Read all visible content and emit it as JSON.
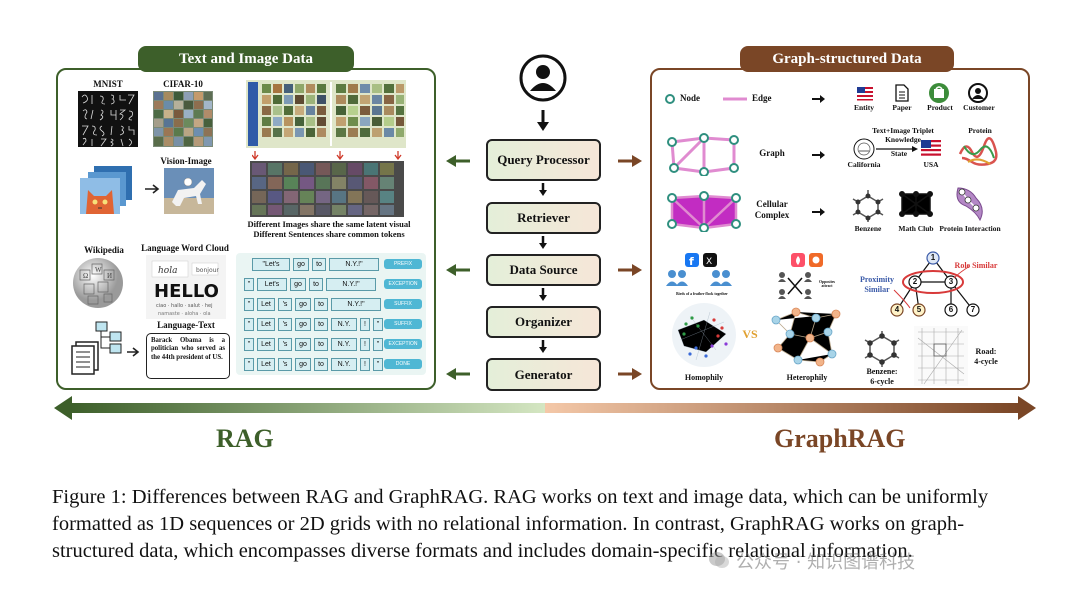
{
  "left_panel": {
    "title": "Text and Image Data",
    "mnist": "MNIST",
    "cifar": "CIFAR-10",
    "vision_image": "Vision-Image",
    "latent_caption_1": "Different Images share the same latent visual",
    "latent_caption_2": "Different Sentences share common tokens",
    "wikipedia": "Wikipedia",
    "word_cloud": "Language Word Cloud",
    "language_text": "Language-Text",
    "obama_text": "Barack Obama is a politician who served as the 44th president of US.",
    "tokens_row1": [
      "\"Let's",
      "go",
      "to",
      "N.Y.!\""
    ],
    "tokens_row2": [
      "\"",
      "Let's",
      "go",
      "to",
      "N.Y.!\""
    ],
    "tokens_row3": [
      "\"",
      "Let",
      "'s",
      "go",
      "to",
      "N.Y.!\""
    ],
    "tokens_row4": [
      "\"",
      "Let",
      "'s",
      "go",
      "to",
      "N.Y.",
      "!",
      "\""
    ],
    "tokens_row5": [
      "\"",
      "Let",
      "'s",
      "go",
      "to",
      "N.Y.",
      "!",
      "\""
    ],
    "tags": [
      "PREFIX",
      "EXCEPTION",
      "SUFFIX",
      "SUFFIX",
      "EXCEPTION",
      "DONE"
    ]
  },
  "pipeline": {
    "steps": [
      "Query Processor",
      "Retriever",
      "Data Source",
      "Organizer",
      "Generator"
    ]
  },
  "right_panel": {
    "title": "Graph-structured Data",
    "node": "Node",
    "edge": "Edge",
    "entity": "Entity",
    "paper": "Paper",
    "product": "Product",
    "customer": "Customer",
    "triplet_1": "Text+Image Triplet",
    "triplet_2": "Knowledge",
    "state": "State",
    "california": "California",
    "usa": "USA",
    "protein": "Protein",
    "graph": "Graph",
    "cellular_1": "Cellular",
    "cellular_2": "Complex",
    "benzene": "Benzene",
    "math_club": "Math Club",
    "protein_interaction": "Protein Interaction",
    "birds": "Birds of a feather flock together",
    "opposites": "Opposites attract",
    "vs": "VS",
    "homophily": "Homophily",
    "heterophily": "Heterophily",
    "role_similar": "Role Similar",
    "proximity_1": "Proximity",
    "proximity_2": "Similar",
    "benzene_6_1": "Benzene:",
    "benzene_6_2": "6-cycle",
    "road_1": "Road:",
    "road_2": "4-cycle",
    "tree_nodes": [
      "1",
      "2",
      "3",
      "4",
      "5",
      "6",
      "7"
    ]
  },
  "bottom": {
    "rag": "RAG",
    "graphrag": "GraphRAG"
  },
  "caption": "Figure 1: Differences between RAG and GraphRAG. RAG works on text and image data, which can be uniformly formatted as 1D sequences or 2D grids with no relational information. In contrast, GraphRAG works on graph-structured data, which encompasses diverse formats and includes domain-specific relational information.",
  "watermark": "公众号 · 知识图谱科技",
  "colors": {
    "rag_green": "#3d5f2a",
    "graphrag_brown": "#7a4626",
    "node_teal": "#2f8f7f",
    "edge_pink": "#e08bd0"
  }
}
